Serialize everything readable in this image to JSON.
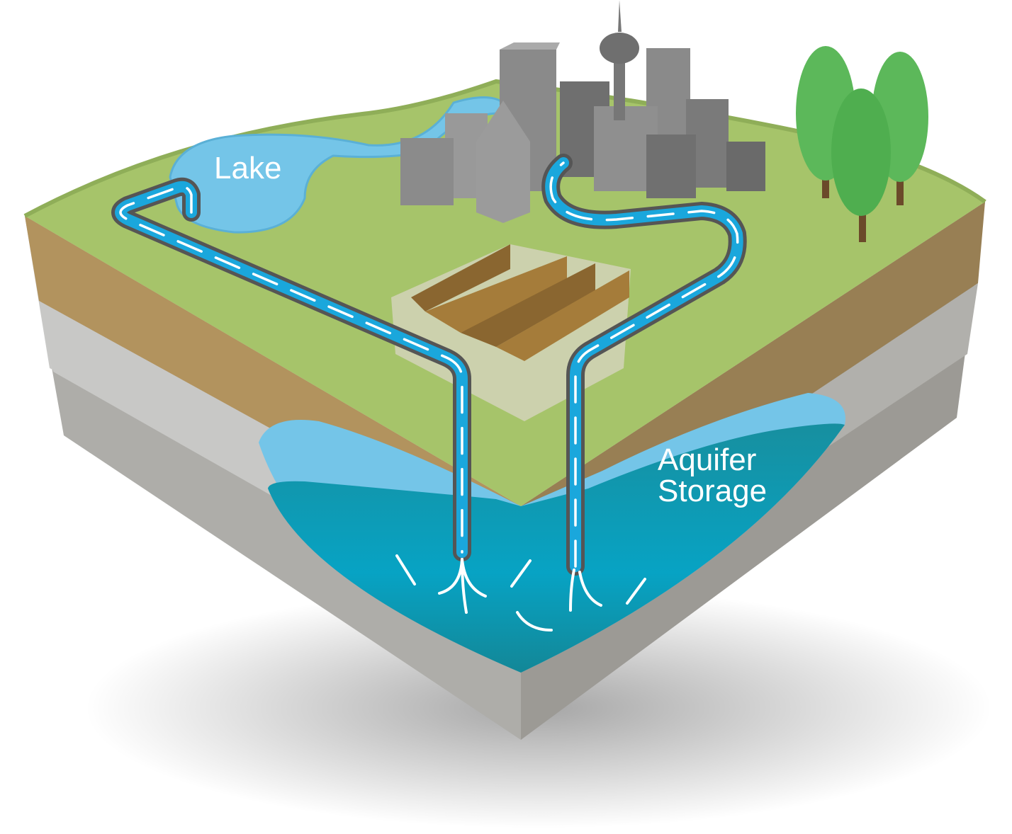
{
  "labels": {
    "lake": "Lake",
    "aquifer_line1": "Aquifer",
    "aquifer_line2": "Storage"
  },
  "colors": {
    "grass": "#a6c46a",
    "soil": "#b2935e",
    "rock_light": "#c9c9c7",
    "rock_dark": "#aeada9",
    "water_light": "#74c5e8",
    "water_deep": "#0c9bb4",
    "pipe": "#1aa7dc",
    "pipe_casing": "#555",
    "building": "#8a8a8a",
    "tree": "#5cb85a"
  }
}
